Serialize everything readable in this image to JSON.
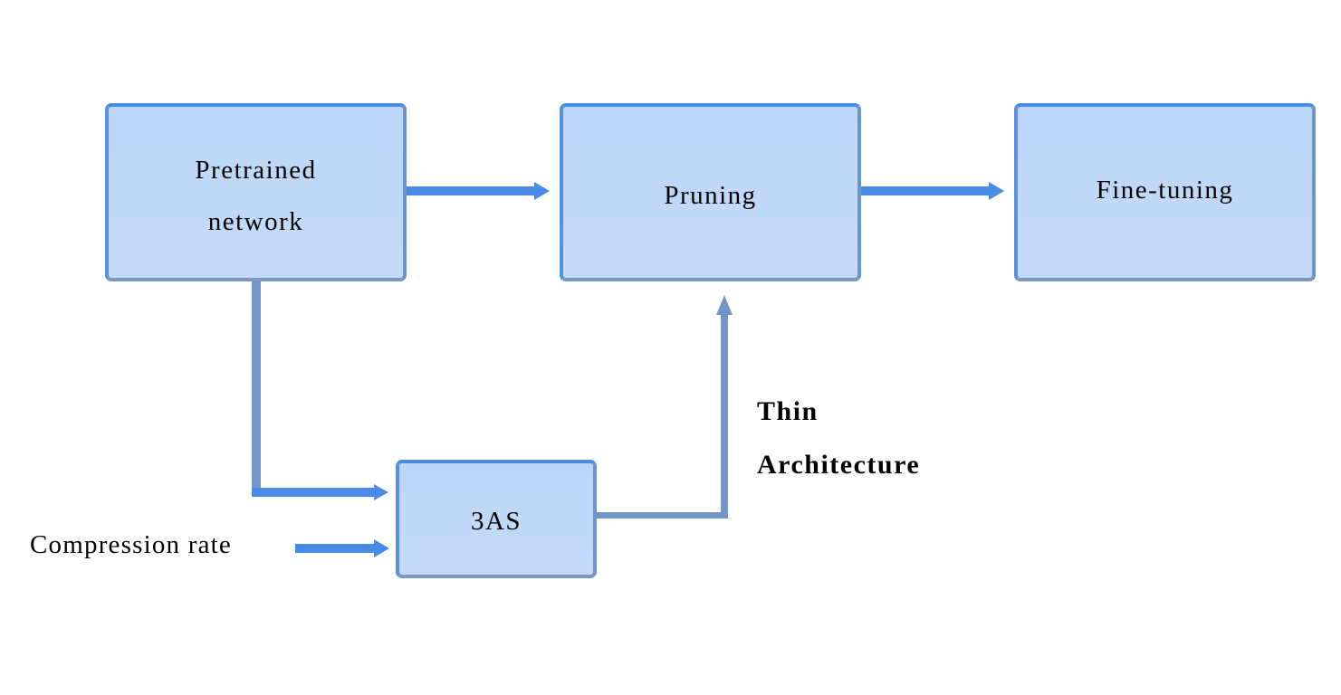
{
  "nodes": {
    "pretrained": {
      "line1": "Pretrained",
      "line2": "network"
    },
    "pruning": {
      "label": "Pruning"
    },
    "finetuning": {
      "label": "Fine-tuning"
    },
    "three_as": {
      "label": "3AS"
    }
  },
  "inputs": {
    "compression_rate": "Compression rate"
  },
  "edge_labels": {
    "thin_architecture": {
      "line1": "Thin",
      "line2": "Architecture"
    }
  },
  "colors": {
    "box_fill": "#c4dbf8",
    "box_border_top": "#4a8be6",
    "box_border_bottom": "#7d97bf",
    "arrow_bright": "#4a8be6",
    "arrow_muted": "#7396c8",
    "text": "#000000"
  }
}
